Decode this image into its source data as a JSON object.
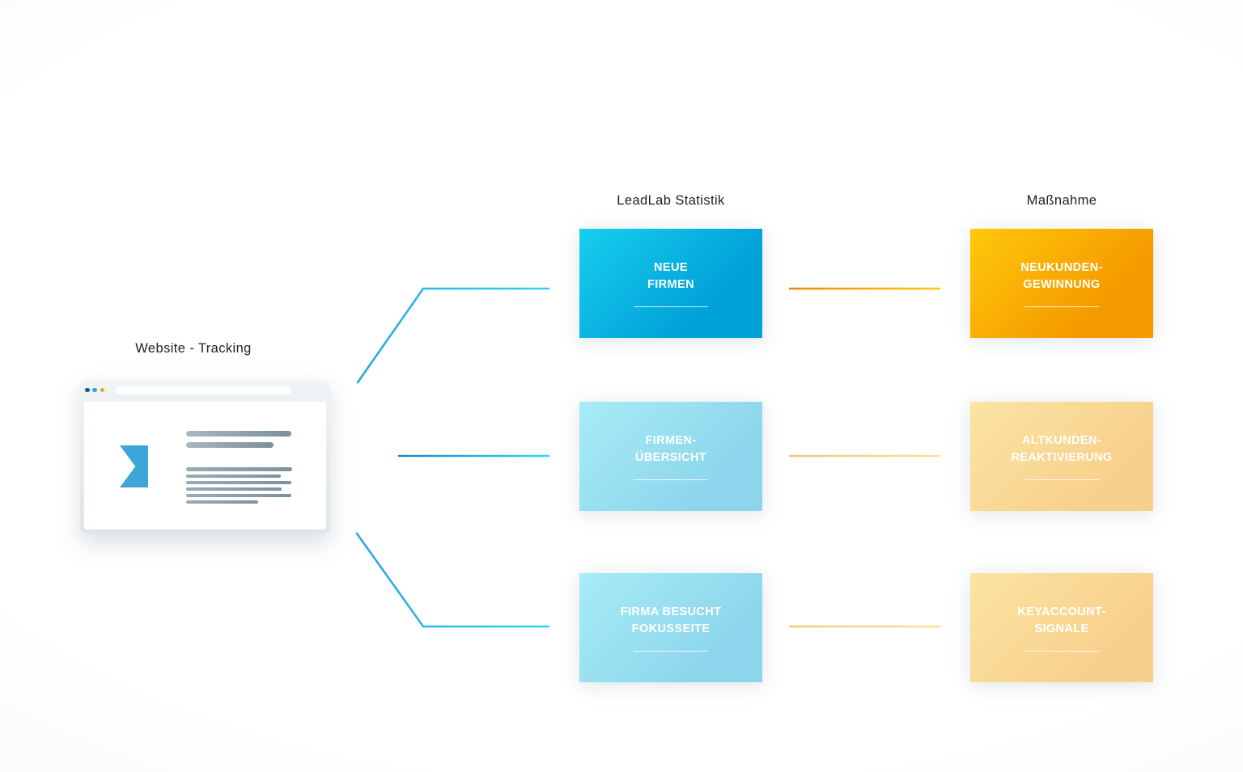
{
  "diagram": {
    "source": {
      "label": "Website - Tracking",
      "browser": {
        "window_dot_colors": [
          "#1d5c7d",
          "#35a3da",
          "#f6a41e"
        ],
        "logo_icon": "leadlab-logo-icon",
        "logo_color": "#3ea5d9"
      }
    },
    "columns": {
      "statistik": {
        "header": "LeadLab Statistik",
        "boxes": [
          {
            "line1": "NEUE",
            "line2": "FIRMEN"
          },
          {
            "line1": "FIRMEN-",
            "line2": "ÜBERSICHT"
          },
          {
            "line1": "FIRMA BESUCHT",
            "line2": "FOKUSSEITE"
          }
        ]
      },
      "massnahme": {
        "header": "Maßnahme",
        "boxes": [
          {
            "line1": "NEUKUNDEN-",
            "line2": "GEWINNUNG"
          },
          {
            "line1": "ALTKUNDEN-",
            "line2": "REAKTIVIERUNG"
          },
          {
            "line1": "KEYACCOUNT-",
            "line2": "SIGNALE"
          }
        ]
      }
    },
    "colors": {
      "box_blue_strong_gradient": [
        "#17cfee",
        "#00a0d8"
      ],
      "box_blue_light_gradient": [
        "#a7ecf6",
        "#8dd5ec"
      ],
      "box_orange_strong_gradient": [
        "#ffc80a",
        "#f59b00"
      ],
      "box_orange_light_gradient": [
        "#fce4a2",
        "#f7d08c"
      ],
      "connector_blue": [
        "#1f86cb",
        "#30d6f4"
      ],
      "connector_orange": [
        "#ec8a00",
        "#ffc907"
      ],
      "connector_orange_pale": [
        "#f4c77b",
        "#fbe19b"
      ]
    }
  }
}
